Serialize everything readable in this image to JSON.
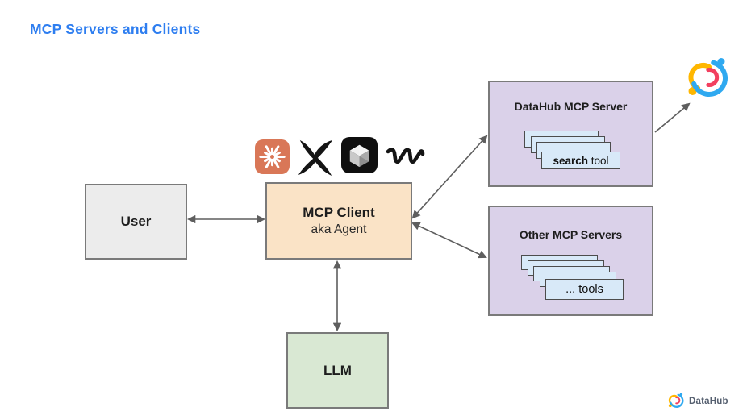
{
  "title": "MCP Servers and Clients",
  "diagram": {
    "user_box": {
      "label": "User"
    },
    "client_box": {
      "title": "MCP Client",
      "subtitle": "aka Agent"
    },
    "llm_box": {
      "label": "LLM"
    },
    "datahub_server_box": {
      "title": "DataHub MCP Server",
      "tool_card": {
        "bold": "search",
        "rest": " tool"
      },
      "stacked_cards": 4
    },
    "other_servers_box": {
      "title": "Other MCP Servers",
      "tool_card": {
        "label": "... tools"
      },
      "stacked_cards": 5
    },
    "client_icons": [
      "claude-icon",
      "bird-icon",
      "cursor-icon",
      "windsurf-icon"
    ]
  },
  "branding": {
    "logo_label": "DataHub"
  },
  "colors": {
    "title_blue": "#2E7EF0",
    "user_fill": "#ECECEC",
    "client_fill": "#FAE3C6",
    "llm_fill": "#D9E8D3",
    "server_fill": "#DAD1E9",
    "card_fill": "#D8E9F8",
    "border": "#7A7A7A",
    "card_border": "#4C4C4C",
    "arrow": "#5E5E5E",
    "claude_orange": "#D97757",
    "datahub_blue": "#2FA9F0",
    "datahub_yellow": "#FFB700",
    "datahub_pink": "#F2405F",
    "footer_text": "#566070"
  }
}
